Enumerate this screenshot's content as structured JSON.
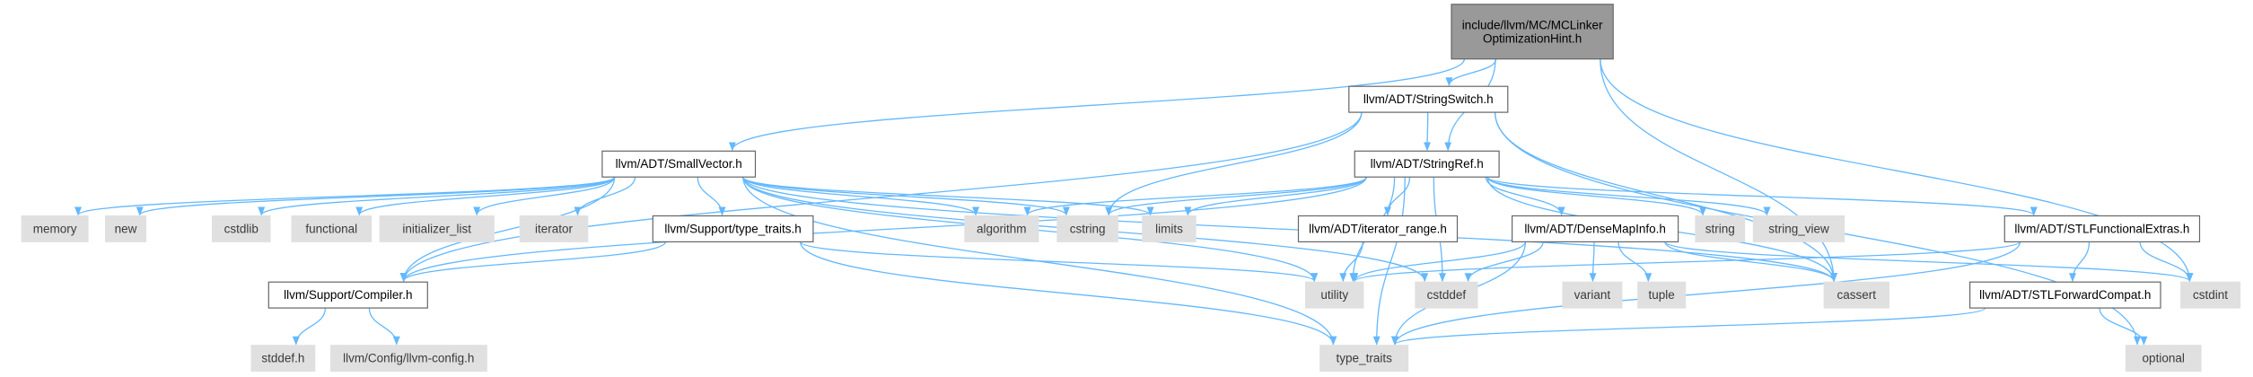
{
  "colors": {
    "edge": "#63b8ff",
    "root_fill": "#999999",
    "file_fill": "#ffffff",
    "system_fill": "#e0e0e0",
    "border": "#666666"
  },
  "nodes": [
    {
      "id": "root",
      "kind": "root",
      "lines": [
        "include/llvm/MC/MCLinker",
        "OptimizationHint.h"
      ]
    },
    {
      "id": "stringswitch",
      "kind": "file",
      "lines": [
        "llvm/ADT/StringSwitch.h"
      ]
    },
    {
      "id": "smallvector",
      "kind": "file",
      "lines": [
        "llvm/ADT/SmallVector.h"
      ]
    },
    {
      "id": "stringref",
      "kind": "file",
      "lines": [
        "llvm/ADT/StringRef.h"
      ]
    },
    {
      "id": "memory",
      "kind": "system",
      "lines": [
        "memory"
      ]
    },
    {
      "id": "new",
      "kind": "system",
      "lines": [
        "new"
      ]
    },
    {
      "id": "cstdlib",
      "kind": "system",
      "lines": [
        "cstdlib"
      ]
    },
    {
      "id": "functional",
      "kind": "system",
      "lines": [
        "functional"
      ]
    },
    {
      "id": "initializer_list",
      "kind": "system",
      "lines": [
        "initializer_list"
      ]
    },
    {
      "id": "iterator",
      "kind": "system",
      "lines": [
        "iterator"
      ]
    },
    {
      "id": "type_traits_h",
      "kind": "file",
      "lines": [
        "llvm/Support/type_traits.h"
      ]
    },
    {
      "id": "algorithm",
      "kind": "system",
      "lines": [
        "algorithm"
      ]
    },
    {
      "id": "cstring",
      "kind": "system",
      "lines": [
        "cstring"
      ]
    },
    {
      "id": "limits",
      "kind": "system",
      "lines": [
        "limits"
      ]
    },
    {
      "id": "iterator_range",
      "kind": "file",
      "lines": [
        "llvm/ADT/iterator_range.h"
      ]
    },
    {
      "id": "densemapinfo",
      "kind": "file",
      "lines": [
        "llvm/ADT/DenseMapInfo.h"
      ]
    },
    {
      "id": "string",
      "kind": "system",
      "lines": [
        "string"
      ]
    },
    {
      "id": "string_view",
      "kind": "system",
      "lines": [
        "string_view"
      ]
    },
    {
      "id": "stlfunctional",
      "kind": "file",
      "lines": [
        "llvm/ADT/STLFunctionalExtras.h"
      ]
    },
    {
      "id": "compiler",
      "kind": "file",
      "lines": [
        "llvm/Support/Compiler.h"
      ]
    },
    {
      "id": "utility",
      "kind": "system",
      "lines": [
        "utility"
      ]
    },
    {
      "id": "cstddef",
      "kind": "system",
      "lines": [
        "cstddef"
      ]
    },
    {
      "id": "variant",
      "kind": "system",
      "lines": [
        "variant"
      ]
    },
    {
      "id": "tuple",
      "kind": "system",
      "lines": [
        "tuple"
      ]
    },
    {
      "id": "cassert",
      "kind": "system",
      "lines": [
        "cassert"
      ]
    },
    {
      "id": "stlforward",
      "kind": "file",
      "lines": [
        "llvm/ADT/STLForwardCompat.h"
      ]
    },
    {
      "id": "cstdint",
      "kind": "system",
      "lines": [
        "cstdint"
      ]
    },
    {
      "id": "stddef_h",
      "kind": "system",
      "lines": [
        "stddef.h"
      ]
    },
    {
      "id": "llvm_config",
      "kind": "system",
      "lines": [
        "llvm/Config/llvm-config.h"
      ]
    },
    {
      "id": "type_traits",
      "kind": "system",
      "lines": [
        "type_traits"
      ]
    },
    {
      "id": "optional",
      "kind": "system",
      "lines": [
        "optional"
      ]
    }
  ],
  "edges": [
    [
      "root",
      "stringswitch"
    ],
    [
      "root",
      "smallvector"
    ],
    [
      "root",
      "stringref"
    ],
    [
      "root",
      "cassert"
    ],
    [
      "root",
      "cstdint"
    ],
    [
      "stringswitch",
      "stringref"
    ],
    [
      "stringswitch",
      "compiler"
    ],
    [
      "stringswitch",
      "cstring"
    ],
    [
      "stringswitch",
      "cassert"
    ],
    [
      "stringswitch",
      "optional"
    ],
    [
      "smallvector",
      "compiler"
    ],
    [
      "smallvector",
      "type_traits_h"
    ],
    [
      "smallvector",
      "algorithm"
    ],
    [
      "smallvector",
      "cassert"
    ],
    [
      "smallvector",
      "cstddef"
    ],
    [
      "smallvector",
      "cstdlib"
    ],
    [
      "smallvector",
      "cstring"
    ],
    [
      "smallvector",
      "functional"
    ],
    [
      "smallvector",
      "initializer_list"
    ],
    [
      "smallvector",
      "iterator"
    ],
    [
      "smallvector",
      "limits"
    ],
    [
      "smallvector",
      "memory"
    ],
    [
      "smallvector",
      "new"
    ],
    [
      "smallvector",
      "type_traits"
    ],
    [
      "smallvector",
      "utility"
    ],
    [
      "type_traits_h",
      "compiler"
    ],
    [
      "type_traits_h",
      "type_traits"
    ],
    [
      "type_traits_h",
      "utility"
    ],
    [
      "stringref",
      "densemapinfo"
    ],
    [
      "stringref",
      "stlfunctional"
    ],
    [
      "stringref",
      "iterator_range"
    ],
    [
      "stringref",
      "compiler"
    ],
    [
      "stringref",
      "algorithm"
    ],
    [
      "stringref",
      "cassert"
    ],
    [
      "stringref",
      "cstddef"
    ],
    [
      "stringref",
      "cstring"
    ],
    [
      "stringref",
      "limits"
    ],
    [
      "stringref",
      "string"
    ],
    [
      "stringref",
      "string_view"
    ],
    [
      "stringref",
      "type_traits"
    ],
    [
      "stringref",
      "utility"
    ],
    [
      "iterator_range",
      "utility"
    ],
    [
      "densemapinfo",
      "cassert"
    ],
    [
      "densemapinfo",
      "cstddef"
    ],
    [
      "densemapinfo",
      "cstdint"
    ],
    [
      "densemapinfo",
      "tuple"
    ],
    [
      "densemapinfo",
      "type_traits"
    ],
    [
      "densemapinfo",
      "utility"
    ],
    [
      "densemapinfo",
      "variant"
    ],
    [
      "stlfunctional",
      "stlforward"
    ],
    [
      "stlfunctional",
      "cstdint"
    ],
    [
      "stlfunctional",
      "type_traits"
    ],
    [
      "stlfunctional",
      "utility"
    ],
    [
      "stlforward",
      "optional"
    ],
    [
      "stlforward",
      "type_traits"
    ],
    [
      "compiler",
      "stddef_h"
    ],
    [
      "compiler",
      "llvm_config"
    ]
  ]
}
